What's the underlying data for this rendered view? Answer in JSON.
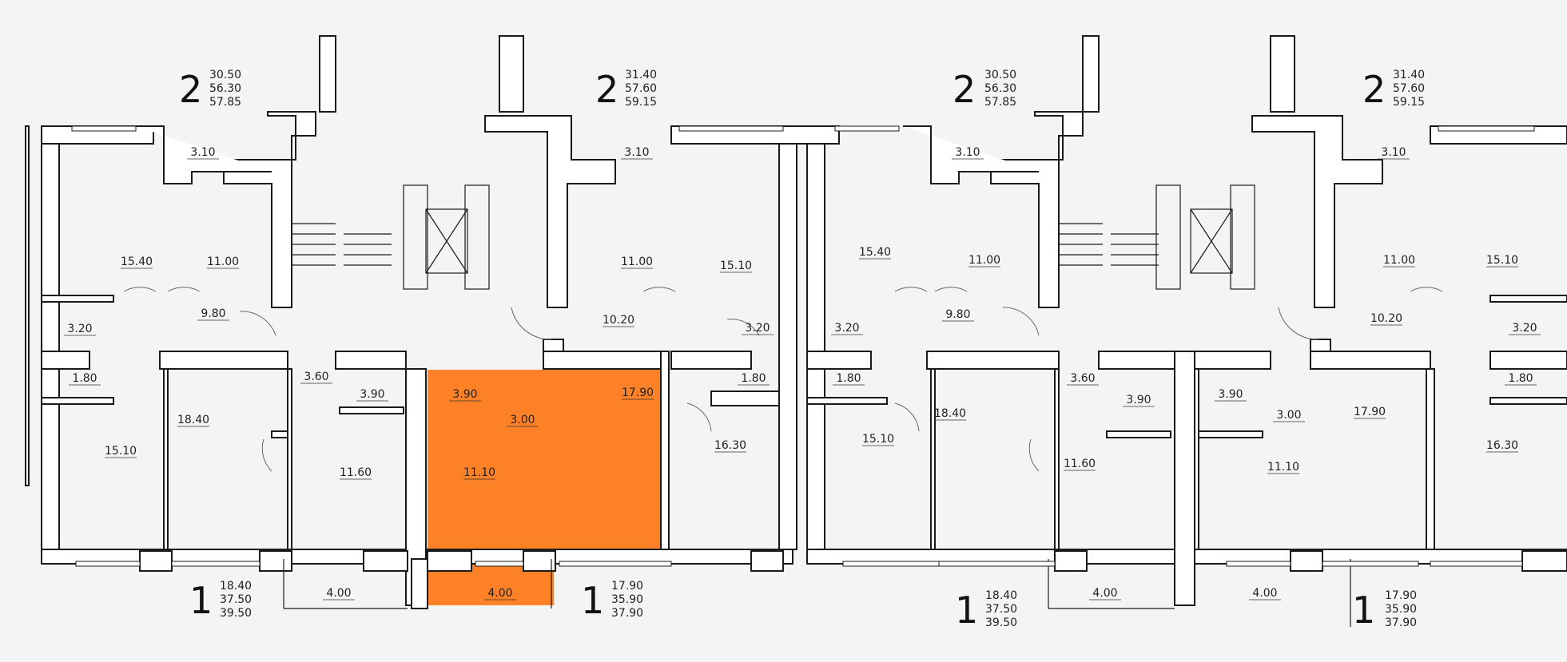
{
  "colors": {
    "highlight": "#ff8127",
    "wall": "#1a1a1a",
    "background": "#f4f4f4"
  },
  "apartments": [
    {
      "rooms": "2",
      "values": [
        "30.50",
        "56.30",
        "57.85"
      ]
    },
    {
      "rooms": "2",
      "values": [
        "31.40",
        "57.60",
        "59.15"
      ]
    },
    {
      "rooms": "2",
      "values": [
        "30.50",
        "56.30",
        "57.85"
      ]
    },
    {
      "rooms": "2",
      "values": [
        "31.40",
        "57.60",
        "59.15"
      ]
    },
    {
      "rooms": "1",
      "values": [
        "18.40",
        "37.50",
        "39.50"
      ]
    },
    {
      "rooms": "1",
      "values": [
        "17.90",
        "35.90",
        "37.90"
      ]
    },
    {
      "rooms": "1",
      "values": [
        "18.40",
        "37.50",
        "39.50"
      ]
    },
    {
      "rooms": "1",
      "values": [
        "17.90",
        "35.90",
        "37.90"
      ]
    }
  ],
  "room_areas": [
    "3.10",
    "15.40",
    "11.00",
    "9.80",
    "3.20",
    "1.80",
    "15.10",
    "18.40",
    "3.60",
    "3.90",
    "11.60",
    "4.00",
    "3.10",
    "11.00",
    "15.10",
    "10.20",
    "3.20",
    "1.80",
    "16.30",
    "3.90",
    "3.00",
    "17.90",
    "11.10",
    "4.00",
    "15.40",
    "3.10",
    "11.00",
    "9.80",
    "3.20",
    "1.80",
    "15.10",
    "18.40",
    "3.60",
    "3.90",
    "11.60",
    "4.00",
    "3.10",
    "11.00",
    "15.10",
    "10.20",
    "3.20",
    "1.80",
    "16.30",
    "3.90",
    "3.00",
    "17.90",
    "11.10",
    "4.00"
  ]
}
